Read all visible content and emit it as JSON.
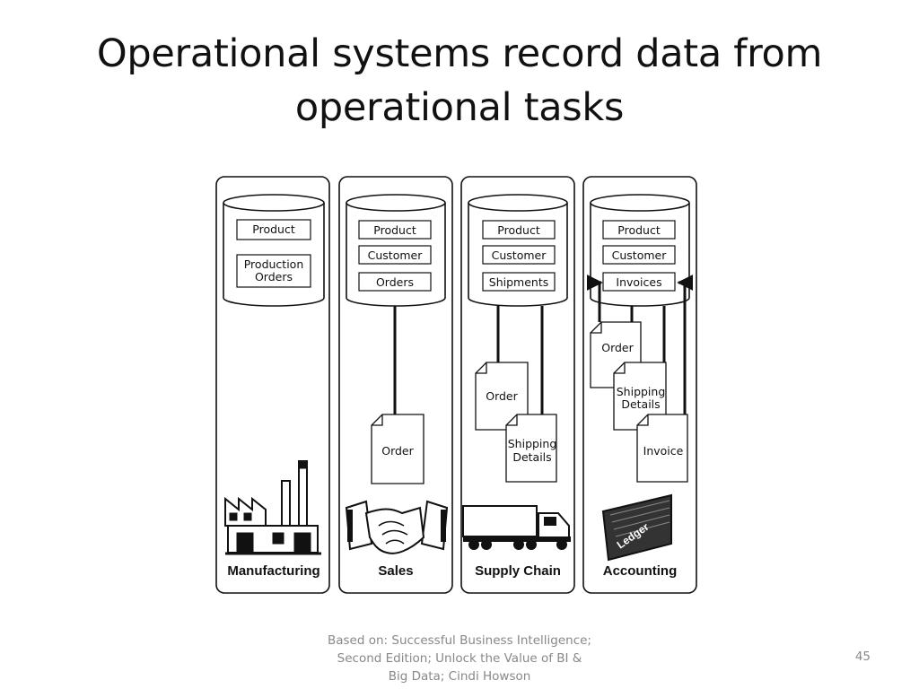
{
  "title": {
    "line1": "Operational systems record data from",
    "line2": "operational tasks"
  },
  "diagram": {
    "columns": [
      {
        "department": "Manufacturing",
        "tables": [
          "Product",
          "Production Orders"
        ],
        "documents": [],
        "illustration": "factory-icon"
      },
      {
        "department": "Sales",
        "tables": [
          "Product",
          "Customer",
          "Orders"
        ],
        "documents": [
          "Order"
        ],
        "illustration": "handshake-icon"
      },
      {
        "department": "Supply Chain",
        "tables": [
          "Product",
          "Customer",
          "Shipments"
        ],
        "documents": [
          "Order",
          "Shipping Details"
        ],
        "illustration": "truck-icon"
      },
      {
        "department": "Accounting",
        "tables": [
          "Product",
          "Customer",
          "Invoices"
        ],
        "documents": [
          "Order",
          "Shipping Details",
          "Invoice"
        ],
        "illustration": "ledger-icon",
        "illustration_text": "Ledger"
      }
    ]
  },
  "footer": {
    "source_line1": "Based on: Successful Business Intelligence;",
    "source_line2": "Second Edition; Unlock the Value of BI &",
    "source_line3": "Big Data; Cindi Howson",
    "page_number": "45"
  },
  "colors": {
    "ink": "#111111",
    "footer_text": "#888888",
    "background": "#ffffff"
  }
}
